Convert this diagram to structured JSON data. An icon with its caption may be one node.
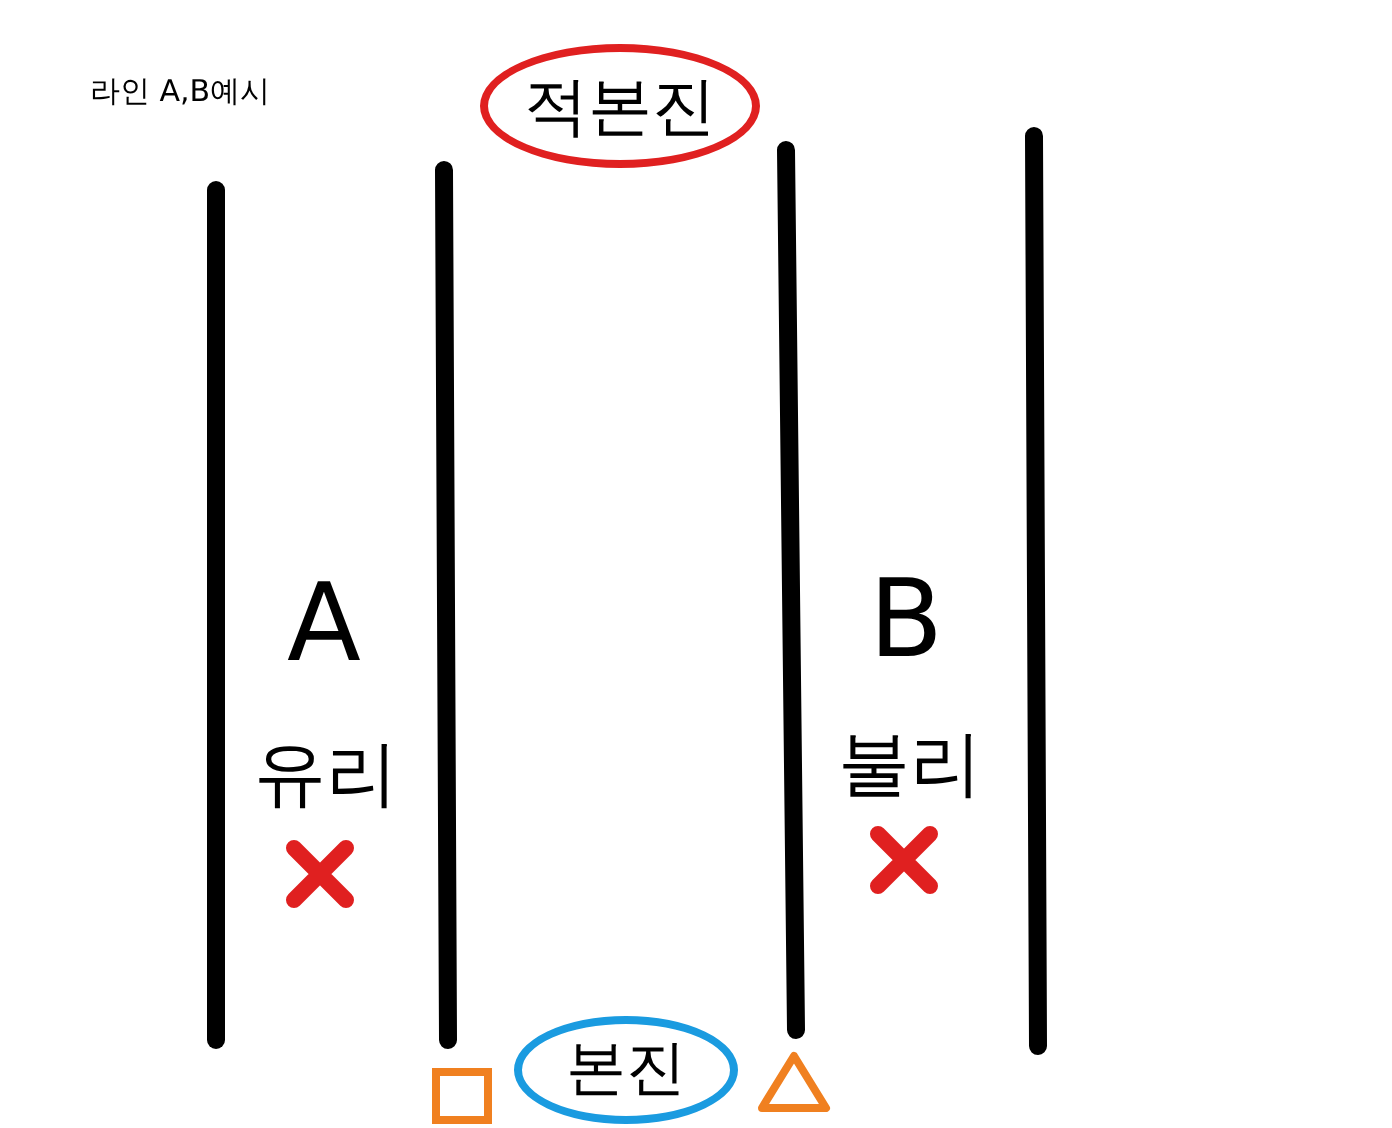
{
  "diagram": {
    "title": "라인 A,B예시",
    "nodes": [
      {
        "text": [
          "적본진"
        ]
      },
      {
        "text": [
          "본진"
        ]
      }
    ],
    "labels": [
      "A",
      "유리",
      "B",
      "불리"
    ]
  }
}
